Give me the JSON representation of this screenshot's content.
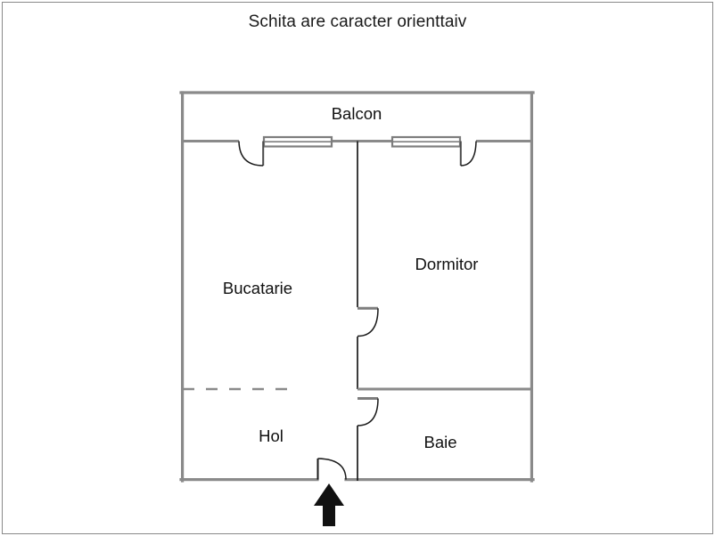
{
  "title": "Schita are caracter orienttaiv",
  "colors": {
    "frame": "#8a8a8a",
    "outer_wall": "#8a8a8a",
    "inner_wall": "#1a1a1a",
    "window": "#7d7d7d",
    "door_arc": "#1a1a1a",
    "arrow": "#111111",
    "text": "#111111",
    "background": "#ffffff"
  },
  "rooms": [
    {
      "name": "balcon",
      "label": "Balcon"
    },
    {
      "name": "bucatarie",
      "label": "Bucatarie"
    },
    {
      "name": "dormitor",
      "label": "Dormitor"
    },
    {
      "name": "hol",
      "label": "Hol"
    },
    {
      "name": "baie",
      "label": "Baie"
    }
  ],
  "openings": [
    {
      "name": "balcony-door-left",
      "type": "door",
      "swing": "down-left"
    },
    {
      "name": "balcony-window-left",
      "type": "window"
    },
    {
      "name": "balcony-window-right",
      "type": "window"
    },
    {
      "name": "balcony-door-right",
      "type": "door",
      "swing": "down-right"
    },
    {
      "name": "dormitor-door",
      "type": "door",
      "swing": "down-left"
    },
    {
      "name": "baie-door",
      "type": "door",
      "swing": "down-left"
    },
    {
      "name": "entrance-door",
      "type": "door",
      "swing": "up-right"
    }
  ],
  "annotations": [
    {
      "name": "entrance-arrow",
      "type": "arrow",
      "direction": "up"
    },
    {
      "name": "partition-dashed",
      "type": "dashed-line"
    }
  ]
}
